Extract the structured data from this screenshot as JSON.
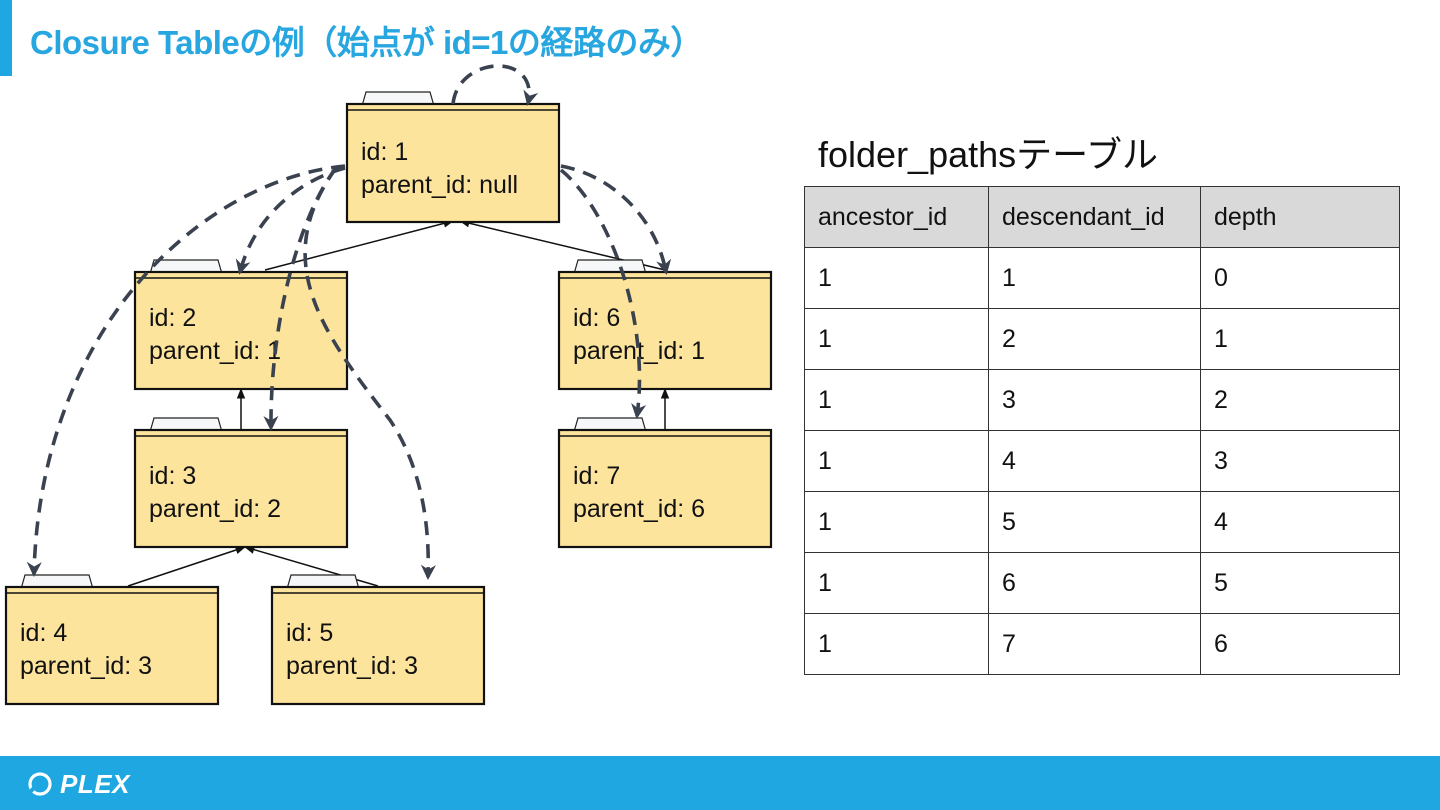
{
  "title": "Closure Tableの例（始点が id=1の経路のみ）",
  "colors": {
    "accent": "#1ea7e1",
    "folder_fill": "#fde49d",
    "arrow": "#3a4250"
  },
  "folders": [
    {
      "id_text": "id: 1",
      "parent_text": "parent_id: null"
    },
    {
      "id_text": "id: 2",
      "parent_text": "parent_id: 1"
    },
    {
      "id_text": "id: 3",
      "parent_text": "parent_id: 2"
    },
    {
      "id_text": "id: 4",
      "parent_text": "parent_id: 3"
    },
    {
      "id_text": "id: 5",
      "parent_text": "parent_id: 3"
    },
    {
      "id_text": "id: 6",
      "parent_text": "parent_id: 1"
    },
    {
      "id_text": "id: 7",
      "parent_text": "parent_id: 6"
    }
  ],
  "table": {
    "title": "folder_pathsテーブル",
    "headers": [
      "ancestor_id",
      "descendant_id",
      "depth"
    ],
    "rows": [
      [
        "1",
        "1",
        "0"
      ],
      [
        "1",
        "2",
        "1"
      ],
      [
        "1",
        "3",
        "2"
      ],
      [
        "1",
        "4",
        "3"
      ],
      [
        "1",
        "5",
        "4"
      ],
      [
        "1",
        "6",
        "5"
      ],
      [
        "1",
        "7",
        "6"
      ]
    ]
  },
  "footer": {
    "logo_text": "PLEX",
    "logo_icon": "plex-ring-icon"
  }
}
